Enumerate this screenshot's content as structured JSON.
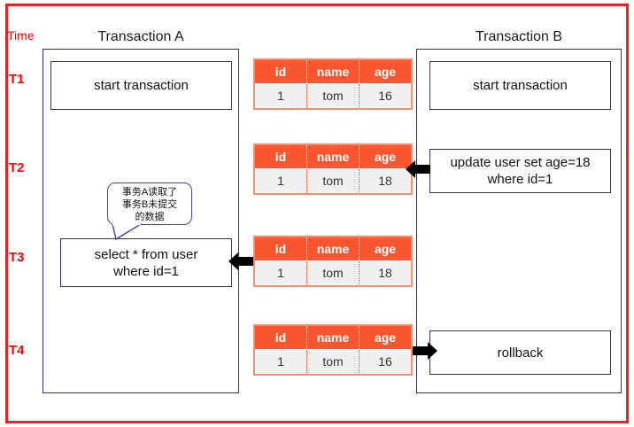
{
  "frame": {
    "border_color": "#ee2222"
  },
  "axis": {
    "time_label": "Time",
    "ticks": [
      {
        "name": "t1",
        "label": "T1"
      },
      {
        "name": "t2",
        "label": "T2"
      },
      {
        "name": "t3",
        "label": "T3"
      },
      {
        "name": "t4",
        "label": "T4"
      }
    ]
  },
  "columns": {
    "left_title": "Transaction A",
    "right_title": "Transaction B"
  },
  "transaction_a": {
    "steps": [
      {
        "tick": "T1",
        "text": "start transaction"
      },
      {
        "tick": "T3",
        "line1": "select * from user",
        "line2": "where id=1"
      }
    ]
  },
  "transaction_b": {
    "steps": [
      {
        "tick": "T1",
        "text": "start transaction"
      },
      {
        "tick": "T2",
        "line1": "update user set age=18",
        "line2": "where id=1"
      },
      {
        "tick": "T4",
        "text": "rollback"
      }
    ]
  },
  "callout": {
    "line1": "事务A读取了",
    "line2": "事务B未提交",
    "line3": "的数据"
  },
  "tables": {
    "headers": [
      "id",
      "name",
      "age"
    ],
    "rows": [
      {
        "tick": "T1",
        "id": "1",
        "name": "tom",
        "age": "16"
      },
      {
        "tick": "T2",
        "id": "1",
        "name": "tom",
        "age": "18"
      },
      {
        "tick": "T3",
        "id": "1",
        "name": "tom",
        "age": "18"
      },
      {
        "tick": "T4",
        "id": "1",
        "name": "tom",
        "age": "16"
      }
    ]
  },
  "arrows": [
    {
      "tick": "T2",
      "direction": "left",
      "meaning": "update-writes-to-table"
    },
    {
      "tick": "T3",
      "direction": "left",
      "meaning": "table-read-by-select"
    },
    {
      "tick": "T4",
      "direction": "right",
      "meaning": "rollback-restores-table"
    }
  ],
  "colors": {
    "table_header": "#f9552e",
    "table_row": "#f0f0f0",
    "table_border": "#f98b6e",
    "box_border": "#2b2b80",
    "frame": "#ee2222",
    "time_text": "#ff0000",
    "callout_border": "#4b3f96"
  }
}
